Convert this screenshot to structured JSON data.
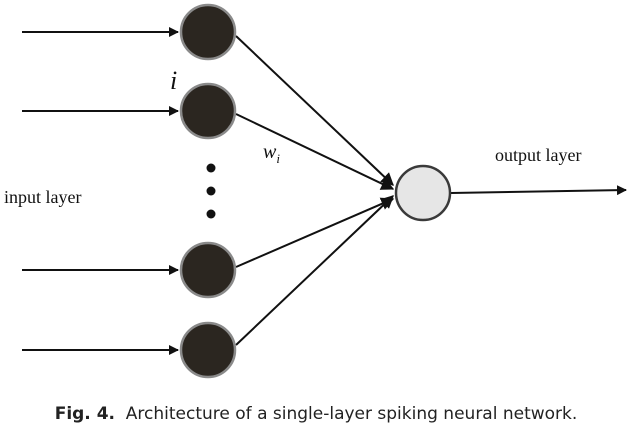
{
  "diagram": {
    "input_label": "input layer",
    "output_label": "output layer",
    "index_label": "i",
    "weight_symbol": "w",
    "weight_subscript": "i",
    "colors": {
      "input_neuron_fill": "#2b2620",
      "input_neuron_stroke": "#8a8a8a",
      "output_neuron_fill": "#e6e6e6",
      "output_neuron_stroke": "#3a3a3a",
      "line": "#111111"
    }
  },
  "caption": {
    "fig_label": "Fig. 4.",
    "text": "Architecture of a single-layer spiking neural network."
  }
}
